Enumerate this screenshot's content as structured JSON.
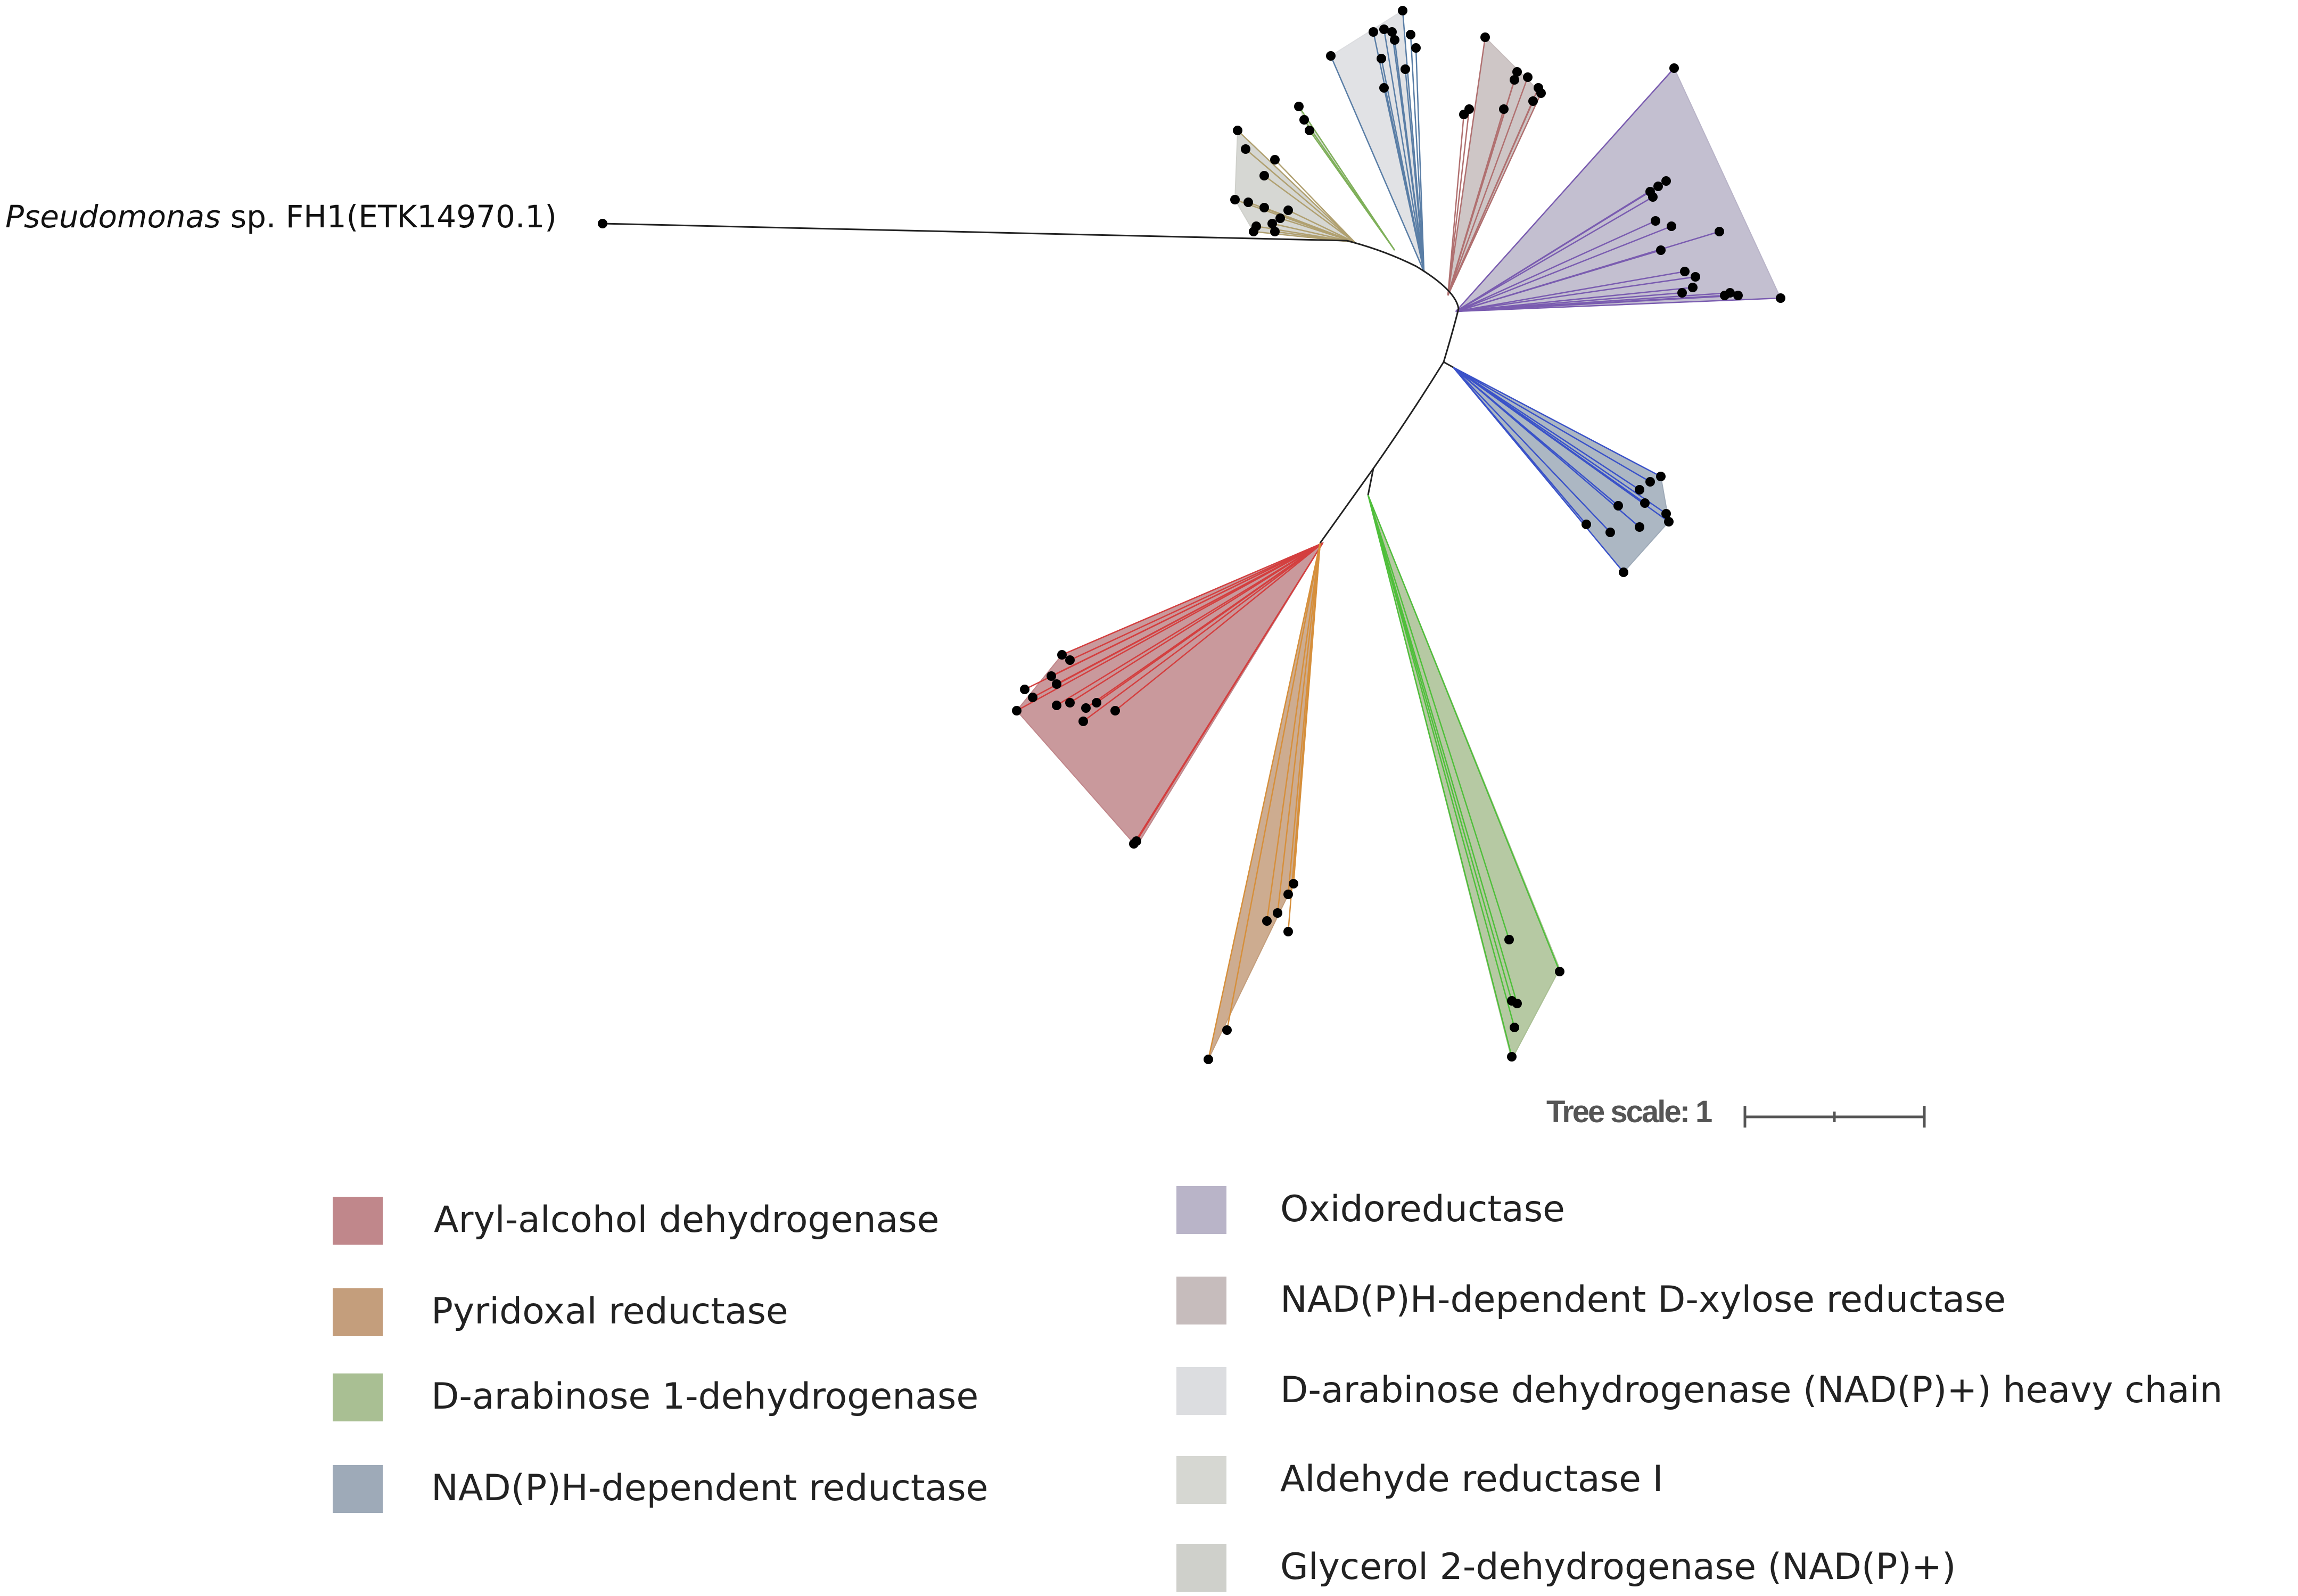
{
  "outgroup": {
    "genus": "Pseudomonas",
    "rest": " sp. FH1(ETK14970.1)"
  },
  "scale": {
    "label": "Tree scale: 1",
    "value": 1
  },
  "clades": [
    {
      "key": "aryl",
      "name": "Aryl-alcohol dehydrogenase",
      "fill": "#c0878b",
      "line": "#d43f3f"
    },
    {
      "key": "pyridoxal",
      "name": "Pyridoxal reductase",
      "fill": "#c49e7c",
      "line": "#d68f3b"
    },
    {
      "key": "arabinose1",
      "name": "D-arabinose 1-dehydrogenase",
      "fill": "#a9bf93",
      "line": "#4fbf3b"
    },
    {
      "key": "nadph_red",
      "name": "NAD(P)H-dependent reductase",
      "fill": "#9eaab8",
      "line": "#3a52c9"
    },
    {
      "key": "oxido",
      "name": "Oxidoreductase",
      "fill": "#b9b4c8",
      "line": "#7a5cb0"
    },
    {
      "key": "xylose",
      "name": "NAD(P)H-dependent D-xylose reductase",
      "fill": "#c6bcbc",
      "line": "#b07070"
    },
    {
      "key": "arab_heavy",
      "name": "D-arabinose dehydrogenase (NAD(P)+) heavy chain",
      "fill": "#dcdde0",
      "line": "#5a7ea6"
    },
    {
      "key": "ald1",
      "name": "Aldehyde reductase I",
      "fill": "#d6d7d2",
      "line": "#7fb05a"
    },
    {
      "key": "glycerol",
      "name": "Glycerol 2-dehydrogenase (NAD(P)+)",
      "fill": "#cfd0cb",
      "line": "#b0a070"
    }
  ]
}
